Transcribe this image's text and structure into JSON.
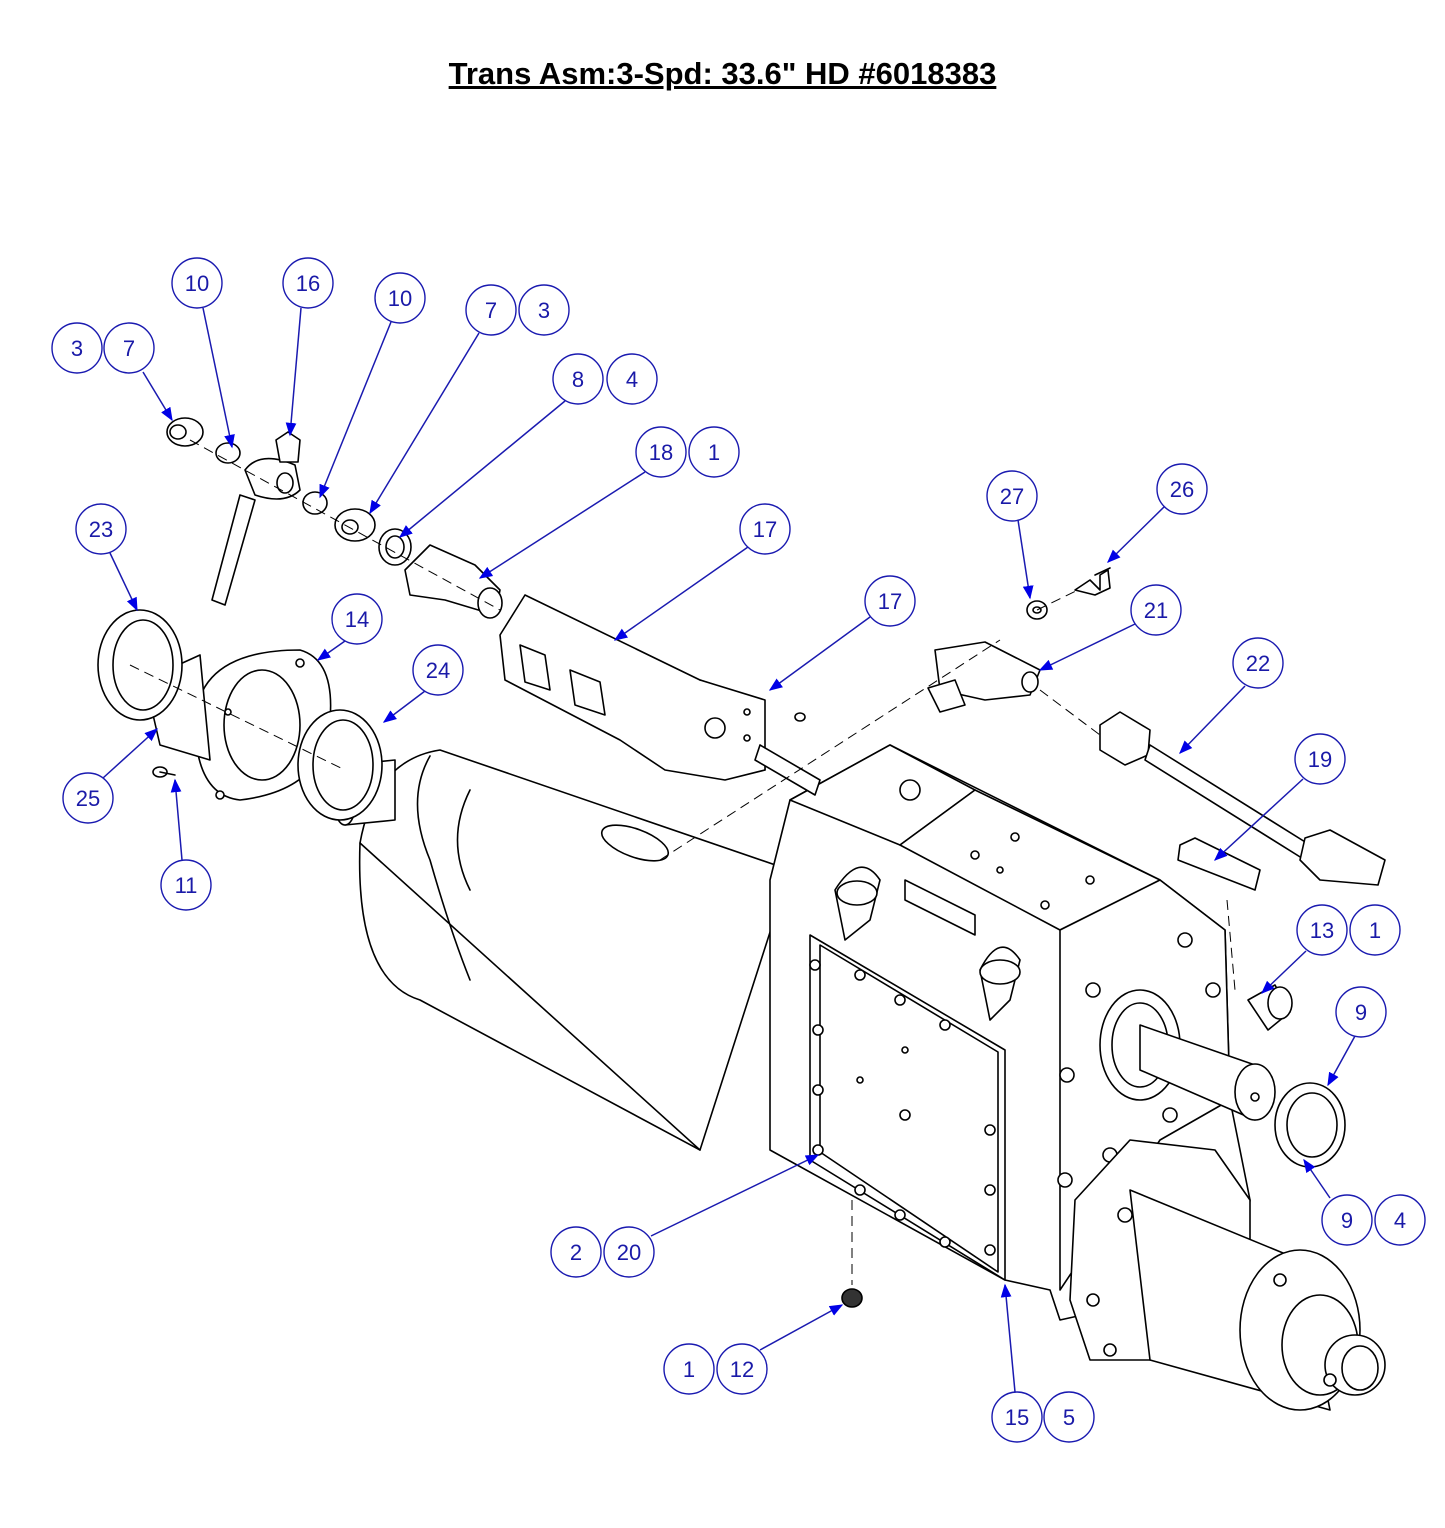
{
  "title": "Trans Asm:3-Spd: 33.6\" HD #6018383",
  "colors": {
    "balloon": "#1a1ab0",
    "leader": "#1a1ab0",
    "arrowhead": "#0000e6",
    "line": "#000000"
  },
  "callouts": [
    {
      "id": "c-3-7",
      "labels": [
        "3",
        "7"
      ]
    },
    {
      "id": "c-10a",
      "labels": [
        "10"
      ]
    },
    {
      "id": "c-16",
      "labels": [
        "16"
      ]
    },
    {
      "id": "c-10b",
      "labels": [
        "10"
      ]
    },
    {
      "id": "c-7-3",
      "labels": [
        "7",
        "3"
      ]
    },
    {
      "id": "c-8-4",
      "labels": [
        "8",
        "4"
      ]
    },
    {
      "id": "c-18-1",
      "labels": [
        "18",
        "1"
      ]
    },
    {
      "id": "c-17a",
      "labels": [
        "17"
      ]
    },
    {
      "id": "c-17b",
      "labels": [
        "17"
      ]
    },
    {
      "id": "c-23",
      "labels": [
        "23"
      ]
    },
    {
      "id": "c-14",
      "labels": [
        "14"
      ]
    },
    {
      "id": "c-24",
      "labels": [
        "24"
      ]
    },
    {
      "id": "c-25",
      "labels": [
        "25"
      ]
    },
    {
      "id": "c-11",
      "labels": [
        "11"
      ]
    },
    {
      "id": "c-27",
      "labels": [
        "27"
      ]
    },
    {
      "id": "c-26",
      "labels": [
        "26"
      ]
    },
    {
      "id": "c-21",
      "labels": [
        "21"
      ]
    },
    {
      "id": "c-22",
      "labels": [
        "22"
      ]
    },
    {
      "id": "c-19",
      "labels": [
        "19"
      ]
    },
    {
      "id": "c-13-1",
      "labels": [
        "13",
        "1"
      ]
    },
    {
      "id": "c-9a",
      "labels": [
        "9"
      ]
    },
    {
      "id": "c-9-4",
      "labels": [
        "9",
        "4"
      ]
    },
    {
      "id": "c-2-20",
      "labels": [
        "2",
        "20"
      ]
    },
    {
      "id": "c-1-12",
      "labels": [
        "1",
        "12"
      ]
    },
    {
      "id": "c-15-5",
      "labels": [
        "15",
        "5"
      ]
    }
  ]
}
